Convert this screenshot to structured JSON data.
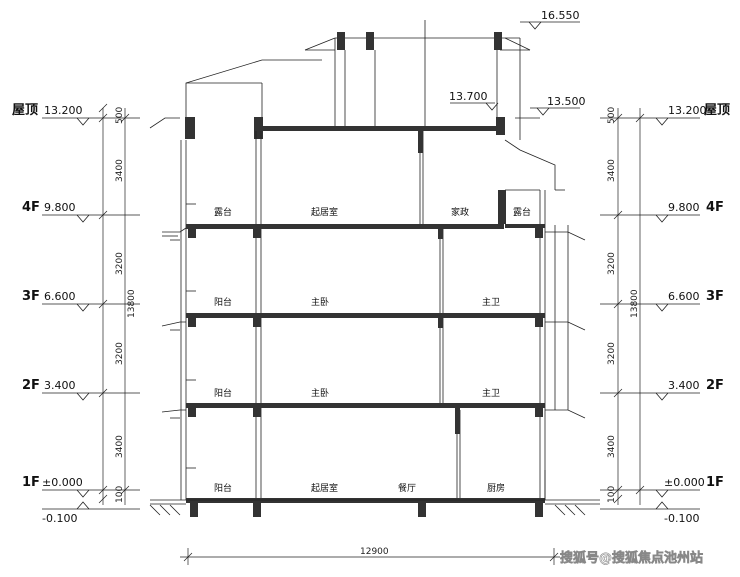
{
  "left_levels": [
    {
      "name": "屋顶",
      "elev": "13.200"
    },
    {
      "name": "4F",
      "elev": "9.800"
    },
    {
      "name": "3F",
      "elev": "6.600"
    },
    {
      "name": "2F",
      "elev": "3.400"
    },
    {
      "name": "1F",
      "elev": "±0.000"
    }
  ],
  "right_levels": [
    {
      "name": "屋顶",
      "elev": "13.200"
    },
    {
      "name": "4F",
      "elev": "9.800"
    },
    {
      "name": "3F",
      "elev": "6.600"
    },
    {
      "name": "2F",
      "elev": "3.400"
    },
    {
      "name": "1F",
      "elev": "±0.000"
    }
  ],
  "ground_elev": "-0.100",
  "floor_dims": [
    "500",
    "3400",
    "3200",
    "3200",
    "3400",
    "100"
  ],
  "total_height": "13800",
  "top_elevs": {
    "peak": "16.550",
    "mid": "13.700",
    "parapet": "13.500"
  },
  "rooms": {
    "f4": [
      "露台",
      "起居室",
      "家政",
      "露台"
    ],
    "f3": [
      "阳台",
      "主卧",
      "主卫"
    ],
    "f2": [
      "阳台",
      "主卧",
      "主卫"
    ],
    "f1": [
      "阳台",
      "起居室",
      "餐厅",
      "厨房"
    ]
  },
  "width_dim": "12900",
  "watermark": "搜狐号@搜狐焦点池州站"
}
